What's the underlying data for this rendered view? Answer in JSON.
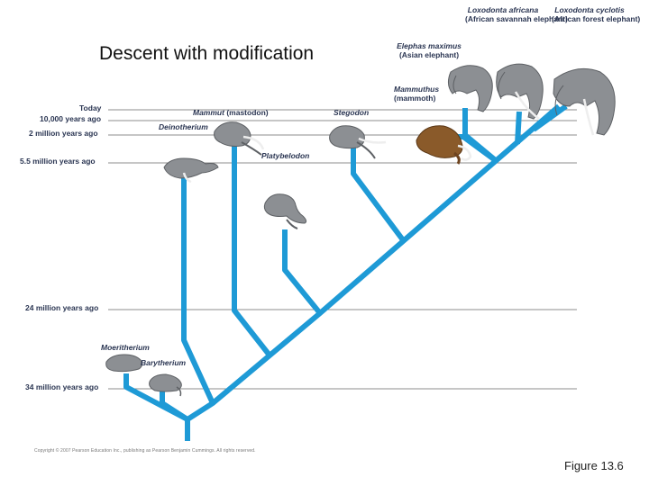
{
  "title": "Descent with modification",
  "time_scale": {
    "today": "Today",
    "y10k": "10,000 years ago",
    "m2": "2 million years ago",
    "m5_5": "5.5 million years ago",
    "m24": "24 million years ago",
    "m34": "34 million years ago"
  },
  "species": {
    "loxodonta_africana": {
      "name": "Loxodonta africana",
      "common": "(African savannah elephant)"
    },
    "loxodonta_cyclotis": {
      "name": "Loxodonta cyclotis",
      "common": "(African forest elephant)"
    },
    "elephas_maximus": {
      "name": "Elephas maximus",
      "common": "(Asian elephant)"
    },
    "mammuthus": {
      "name": "Mammuthus",
      "common": "(mammoth)"
    },
    "stegodon": {
      "name": "Stegodon"
    },
    "mammut": {
      "name": "Mammut",
      "common": "(mastodon)"
    },
    "deinotherium": {
      "name": "Deinotherium"
    },
    "platybelodon": {
      "name": "Platybelodon"
    },
    "moeritherium": {
      "name": "Moeritherium"
    },
    "barytherium": {
      "name": "Barytherium"
    }
  },
  "copyright": "Copyright © 2007 Pearson Education Inc., publishing as Pearson Benjamin Cummings. All rights reserved.",
  "figure_label": "Figure 13.6",
  "colors": {
    "branch": "#1e9ad6",
    "timeline": "#8e8e8e",
    "label": "#2a3552",
    "animal_gray": "#8c8f93",
    "mammoth_brown": "#8a5a2a"
  }
}
